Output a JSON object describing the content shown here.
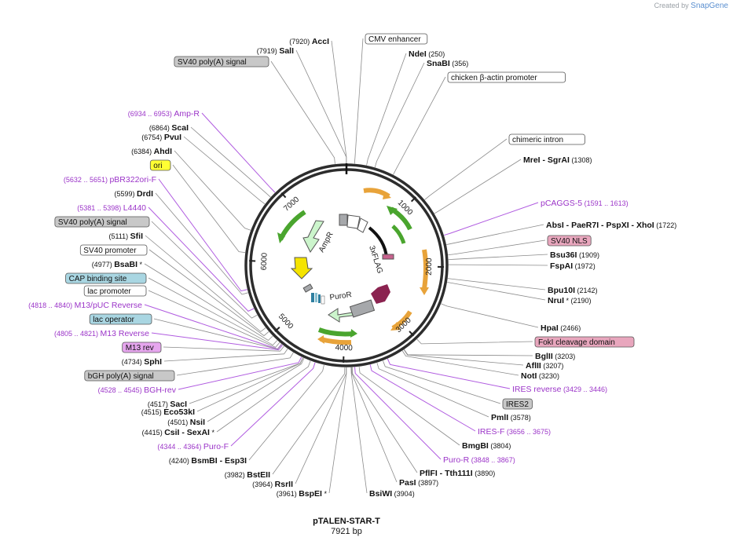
{
  "credit": {
    "created_by": "Created by",
    "brand": "SnapGene"
  },
  "plasmid": {
    "name": "pTALEN-STAR-T",
    "length_label": "7921 bp",
    "length": 7921
  },
  "ticks": [
    {
      "bp": 1000,
      "label": "1000"
    },
    {
      "bp": 2000,
      "label": "2000"
    },
    {
      "bp": 3000,
      "label": "3000"
    },
    {
      "bp": 4000,
      "label": "4000"
    },
    {
      "bp": 5000,
      "label": "5000"
    },
    {
      "bp": 6000,
      "label": "6000"
    },
    {
      "bp": 7000,
      "label": "7000"
    }
  ],
  "inner_labels": {
    "ampr": "AmpR",
    "flag": "3xFLAG",
    "puror": "PuroR"
  },
  "labels": [
    {
      "kind": "site",
      "pre": "(7920)",
      "name": "AccI",
      "post": ""
    },
    {
      "kind": "site",
      "pre": "(7919)",
      "name": "SalI",
      "post": ""
    },
    {
      "kind": "box",
      "name": "SV40 poly(A) signal",
      "color": "#c8c8c8"
    },
    {
      "kind": "feature",
      "pre": "(6934 .. 6953)",
      "name": "Amp-R",
      "post": ""
    },
    {
      "kind": "site",
      "pre": "(6864)",
      "name": "ScaI",
      "post": ""
    },
    {
      "kind": "site",
      "pre": "(6754)",
      "name": "PvuI",
      "post": ""
    },
    {
      "kind": "site",
      "pre": "(6384)",
      "name": "AhdI",
      "post": ""
    },
    {
      "kind": "box",
      "name": "ori",
      "color": "#ffff33"
    },
    {
      "kind": "feature",
      "pre": "(5632 .. 5651)",
      "name": "pBR322ori-F",
      "post": ""
    },
    {
      "kind": "site",
      "pre": "(5599)",
      "name": "DrdI",
      "post": ""
    },
    {
      "kind": "feature",
      "pre": "(5381 .. 5398)",
      "name": "L4440",
      "post": ""
    },
    {
      "kind": "box",
      "name": "SV40 poly(A) signal",
      "color": "#c8c8c8"
    },
    {
      "kind": "site",
      "pre": "(5111)",
      "name": "SfiI",
      "post": ""
    },
    {
      "kind": "box",
      "name": "SV40 promoter",
      "color": "#ffffff"
    },
    {
      "kind": "site",
      "pre": "(4977)",
      "name": "BsaBI",
      "post": "*"
    },
    {
      "kind": "box",
      "name": "CAP binding site",
      "color": "#a9d6e2"
    },
    {
      "kind": "box",
      "name": "lac promoter",
      "color": "#ffffff"
    },
    {
      "kind": "feature",
      "pre": "(4818 .. 4840)",
      "name": "M13/pUC Reverse",
      "post": ""
    },
    {
      "kind": "box",
      "name": "lac operator",
      "color": "#a9d6e2"
    },
    {
      "kind": "feature",
      "pre": "(4805 .. 4821)",
      "name": "M13 Reverse",
      "post": ""
    },
    {
      "kind": "box",
      "name": "M13 rev",
      "color": "#e6a6ee"
    },
    {
      "kind": "site",
      "pre": "(4734)",
      "name": "SphI",
      "post": ""
    },
    {
      "kind": "box",
      "name": "bGH poly(A) signal",
      "color": "#c8c8c8"
    },
    {
      "kind": "feature",
      "pre": "(4528 .. 4545)",
      "name": "BGH-rev",
      "post": ""
    },
    {
      "kind": "site",
      "pre": "(4517)",
      "name": "SacI",
      "post": ""
    },
    {
      "kind": "site",
      "pre": "(4515)",
      "name": "Eco53kI",
      "post": ""
    },
    {
      "kind": "site",
      "pre": "(4501)",
      "name": "NsiI",
      "post": ""
    },
    {
      "kind": "site",
      "pre": "(4415)",
      "name": "CsiI  - SexAI",
      "post": "*"
    },
    {
      "kind": "feature",
      "pre": "(4344 .. 4364)",
      "name": "Puro-F",
      "post": ""
    },
    {
      "kind": "site",
      "pre": "(4240)",
      "name": "BsmBI  - Esp3I",
      "post": ""
    },
    {
      "kind": "site",
      "pre": "(3982)",
      "name": "BstEII",
      "post": ""
    },
    {
      "kind": "site",
      "pre": "(3964)",
      "name": "RsrII",
      "post": ""
    },
    {
      "kind": "site",
      "pre": "(3961)",
      "name": "BspEI",
      "post": "*"
    },
    {
      "kind": "site",
      "pre": "",
      "name": "BsiWI",
      "post": "(3904)"
    },
    {
      "kind": "site",
      "pre": "",
      "name": "PasI",
      "post": "(3897)"
    },
    {
      "kind": "site",
      "pre": "",
      "name": "PflFI  - Tth111I",
      "post": "(3890)"
    },
    {
      "kind": "feature",
      "pre": "",
      "name": "Puro-R",
      "post": "(3848 .. 3867)"
    },
    {
      "kind": "site",
      "pre": "",
      "name": "BmgBI",
      "post": "(3804)"
    },
    {
      "kind": "feature",
      "pre": "",
      "name": "IRES-F",
      "post": "(3656 .. 3675)"
    },
    {
      "kind": "site",
      "pre": "",
      "name": "PmlI",
      "post": "(3578)"
    },
    {
      "kind": "box",
      "name": "IRES2",
      "color": "#c8c8c8"
    },
    {
      "kind": "feature",
      "pre": "",
      "name": "IRES reverse",
      "post": "(3429 .. 3446)"
    },
    {
      "kind": "site",
      "pre": "",
      "name": "NotI",
      "post": "(3230)"
    },
    {
      "kind": "site",
      "pre": "",
      "name": "AflII",
      "post": "(3207)"
    },
    {
      "kind": "site",
      "pre": "",
      "name": "BglII",
      "post": "(3203)"
    },
    {
      "kind": "box",
      "name": "FokI cleavage domain",
      "color": "#e8a6bd"
    },
    {
      "kind": "site",
      "pre": "",
      "name": "HpaI",
      "post": "(2466)"
    },
    {
      "kind": "site",
      "pre": "",
      "name": "NruI",
      "post": "*  (2190)"
    },
    {
      "kind": "site",
      "pre": "",
      "name": "Bpu10I",
      "post": "(2142)"
    },
    {
      "kind": "site",
      "pre": "",
      "name": "FspAI",
      "post": "(1972)"
    },
    {
      "kind": "site",
      "pre": "",
      "name": "Bsu36I",
      "post": "(1909)"
    },
    {
      "kind": "box",
      "name": "SV40 NLS",
      "color": "#e8a6bd"
    },
    {
      "kind": "site",
      "pre": "",
      "name": "AbsI  - PaeR7I  - PspXI  - XhoI",
      "post": "(1722)"
    },
    {
      "kind": "feature",
      "pre": "",
      "name": "pCAGGS-5",
      "post": "(1591 .. 1613)"
    },
    {
      "kind": "site",
      "pre": "",
      "name": "MreI  - SgrAI",
      "post": "(1308)"
    },
    {
      "kind": "box",
      "name": "chimeric intron",
      "color": "#ffffff"
    },
    {
      "kind": "box",
      "name": "chicken β-actin promoter",
      "color": "#ffffff"
    },
    {
      "kind": "site",
      "pre": "",
      "name": "SnaBI",
      "post": "(356)"
    },
    {
      "kind": "site",
      "pre": "",
      "name": "NdeI",
      "post": "(250)"
    },
    {
      "kind": "box",
      "name": "CMV enhancer",
      "color": "#ffffff"
    }
  ],
  "colors": {
    "feature_text": "#9b34c8",
    "primer_arrow": "#e8a33a",
    "green_arrow": "#4aa52e",
    "grey_box": "#a6a8ab",
    "flag_color": "#9a2b5a",
    "ampr_fill": "#ccf5cc",
    "promoter_yellow": "#f5e400"
  }
}
